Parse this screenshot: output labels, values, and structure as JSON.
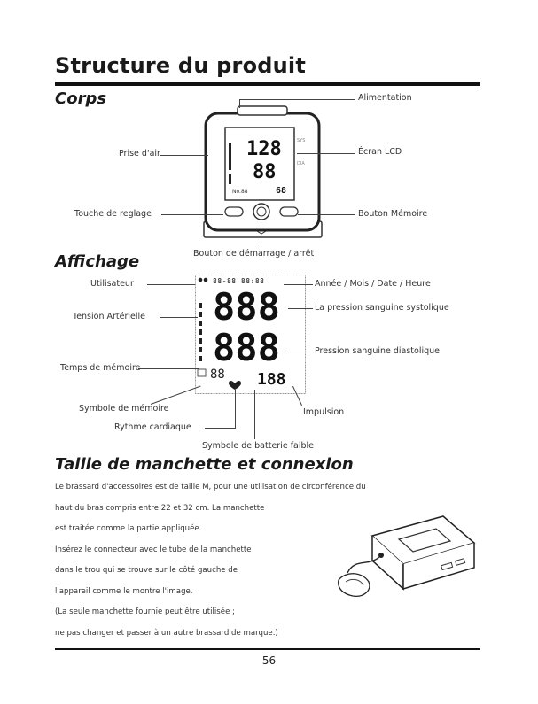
{
  "page_title": "Structure du produit",
  "sections": {
    "body": "Corps",
    "display": "Affichage",
    "cuff": "Taille de manchette et connexion"
  },
  "body_labels": {
    "power": "Alimentation",
    "air_intake": "Prise d'air",
    "lcd": "Écran LCD",
    "set_key": "Touche de reglage",
    "memory_button": "Bouton Mémoire",
    "start_stop": "Bouton de démarrage / arrêt"
  },
  "device_screen": {
    "sys": "128",
    "dia": "88",
    "pulse": "68",
    "mem": "No.88"
  },
  "display_labels": {
    "user": "Utilisateur",
    "datetime": "Année / Mois / Date / Heure",
    "pressure": "Tension Artérielle",
    "systolic": "La pression sanguine systolique",
    "diastolic": "Pression sanguine diastolique",
    "memory_time": "Temps de mémoire",
    "memory_symbol": "Symbole de mémoire",
    "pulse": "Impulsion",
    "heart_rhythm": "Rythme cardiaque",
    "low_battery": "Symbole de batterie faible"
  },
  "lcd_digits": {
    "top": "88-88 88:88",
    "sys": "888",
    "dia": "888",
    "mem": "88",
    "pulse": "188"
  },
  "cuff_text": [
    "Le brassard d'accessoires est de taille M, pour une utilisation de circonférence du",
    "haut du bras compris entre 22 et 32 cm. La manchette",
    "est traitée comme la partie appliquée.",
    "Insérez le connecteur avec le tube de la manchette",
    "dans le trou qui se trouve sur le côté gauche de",
    "l'appareil comme le montre l'image.",
    "(La seule manchette fournie peut être utilisée ;",
    "ne pas changer et passer à un autre brassard de marque.)"
  ],
  "page_number": "56"
}
